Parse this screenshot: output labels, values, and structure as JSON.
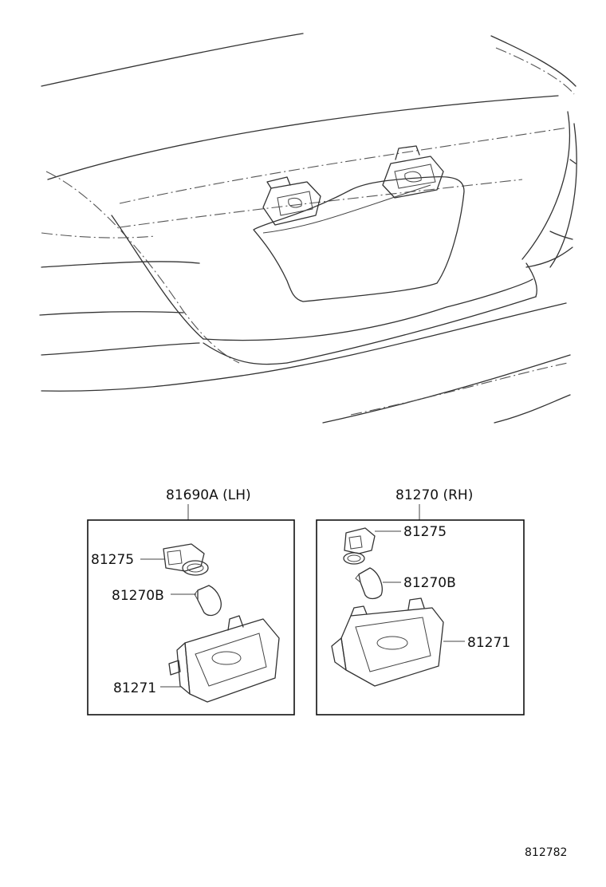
{
  "diagram": {
    "left_assembly": {
      "title": "81690A (LH)",
      "parts": [
        {
          "label": "81275"
        },
        {
          "label": "81270B"
        },
        {
          "label": "81271"
        }
      ]
    },
    "right_assembly": {
      "title": "81270 (RH)",
      "parts": [
        {
          "label": "81275"
        },
        {
          "label": "81270B"
        },
        {
          "label": "81271"
        }
      ]
    },
    "figure_id": "812782"
  }
}
